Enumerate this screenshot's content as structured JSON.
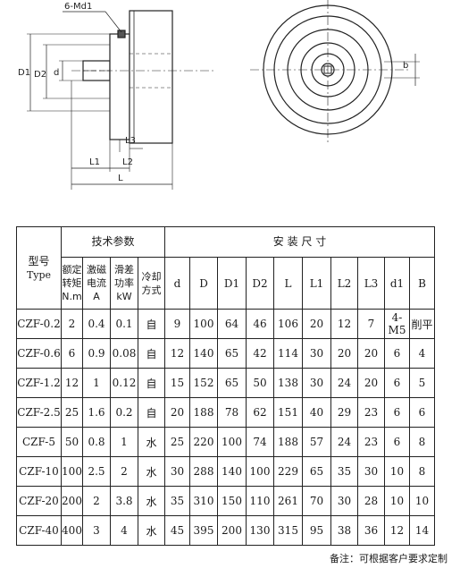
{
  "drawing": {
    "callout": "6-Md1",
    "dims": {
      "D1": "D1",
      "D2": "D2",
      "d": "d",
      "L1": "L1",
      "L2": "L2",
      "L3": "L3",
      "L": "L",
      "b": "b"
    }
  },
  "table": {
    "model_header": "型号",
    "model_header_en": "Type",
    "tech_header": "技术参数",
    "install_header": "安 装 尺 寸",
    "sub": [
      [
        "额定",
        "转矩",
        "N.m"
      ],
      [
        "激磁",
        "电流",
        "A"
      ],
      [
        "滑差",
        "功率",
        "kW"
      ],
      [
        "冷却",
        "方式"
      ]
    ],
    "dim_cols": [
      "d",
      "D",
      "D1",
      "D2",
      "L",
      "L1",
      "L2",
      "L3",
      "d1",
      "B"
    ],
    "rows": [
      [
        "CZF-0.2",
        "2",
        "0.4",
        "0.1",
        "自",
        "9",
        "100",
        "64",
        "46",
        "106",
        "20",
        "12",
        "7",
        "4-M5",
        "削平"
      ],
      [
        "CZF-0.6",
        "6",
        "0.9",
        "0.08",
        "自",
        "12",
        "140",
        "65",
        "42",
        "114",
        "30",
        "20",
        "20",
        "6",
        "4"
      ],
      [
        "CZF-1.2",
        "12",
        "1",
        "0.12",
        "自",
        "15",
        "152",
        "65",
        "50",
        "138",
        "30",
        "24",
        "20",
        "6",
        "5"
      ],
      [
        "CZF-2.5",
        "25",
        "1.6",
        "0.2",
        "自",
        "20",
        "188",
        "78",
        "62",
        "151",
        "40",
        "29",
        "23",
        "6",
        "6"
      ],
      [
        "CZF-5",
        "50",
        "0.8",
        "1",
        "水",
        "25",
        "220",
        "100",
        "74",
        "188",
        "57",
        "24",
        "23",
        "6",
        "8"
      ],
      [
        "CZF-10",
        "100",
        "2.5",
        "2",
        "水",
        "30",
        "288",
        "140",
        "100",
        "229",
        "65",
        "35",
        "30",
        "10",
        "8"
      ],
      [
        "CZF-20",
        "200",
        "2",
        "3.8",
        "水",
        "35",
        "310",
        "150",
        "110",
        "261",
        "70",
        "30",
        "28",
        "10",
        "10"
      ],
      [
        "CZF-40",
        "400",
        "3",
        "4",
        "水",
        "45",
        "395",
        "200",
        "130",
        "315",
        "95",
        "38",
        "36",
        "12",
        "14"
      ]
    ]
  },
  "note": "备注：可根据客户要求定制"
}
